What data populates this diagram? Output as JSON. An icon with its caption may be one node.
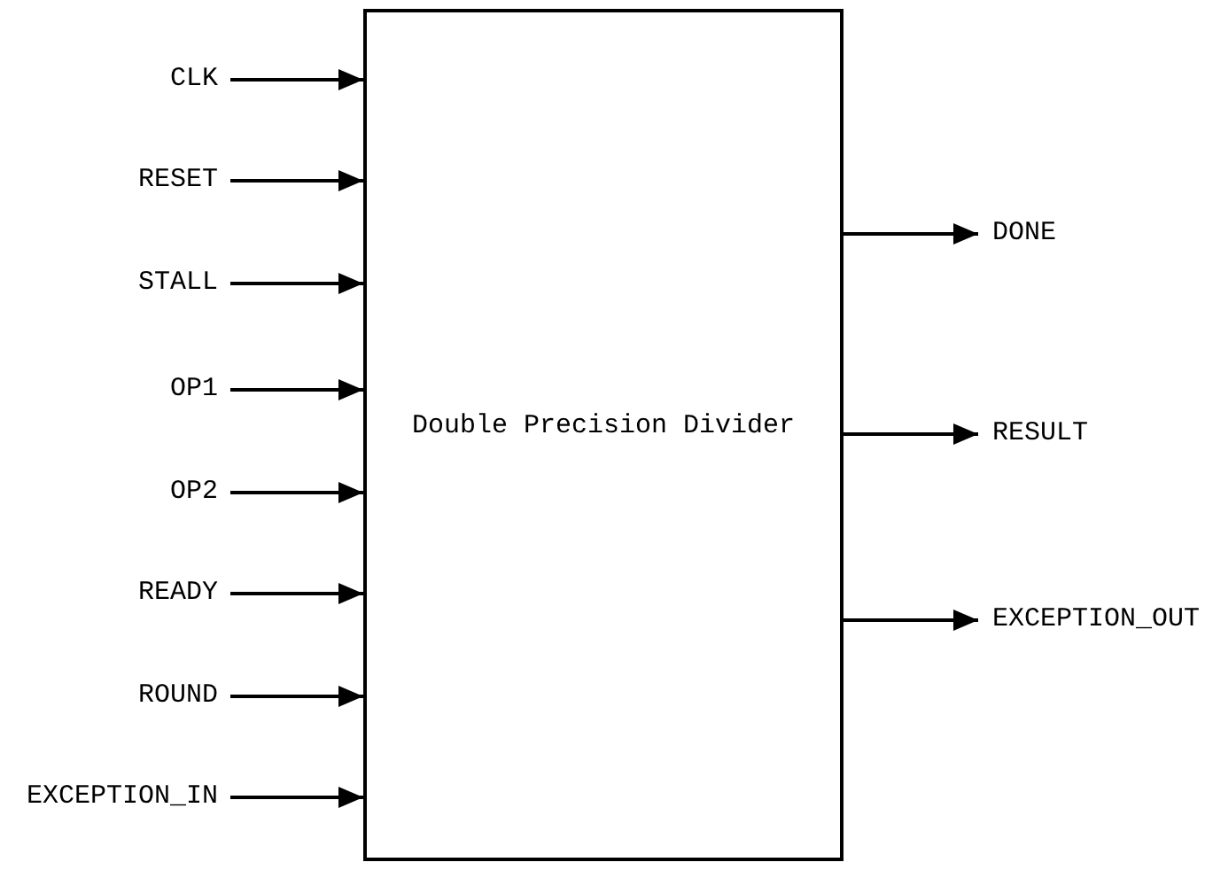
{
  "diagram": {
    "nodes": [
      {
        "text": [
          "Double Precision Divider"
        ]
      },
      {
        "text": [
          "CLK"
        ]
      },
      {
        "text": [
          "RESET"
        ]
      },
      {
        "text": [
          "STALL"
        ]
      },
      {
        "text": [
          "OP1"
        ]
      },
      {
        "text": [
          "OP2"
        ]
      },
      {
        "text": [
          "READY"
        ]
      },
      {
        "text": [
          "ROUND"
        ]
      },
      {
        "text": [
          "EXCEPTION_IN"
        ]
      },
      {
        "text": [
          "DONE"
        ]
      },
      {
        "text": [
          "RESULT"
        ]
      },
      {
        "text": [
          "EXCEPTION_OUT"
        ]
      }
    ],
    "edges": [
      {
        "from": 1,
        "to": 0,
        "arrow": "to"
      },
      {
        "from": 2,
        "to": 0,
        "arrow": "to"
      },
      {
        "from": 3,
        "to": 0,
        "arrow": "to"
      },
      {
        "from": 4,
        "to": 0,
        "arrow": "to"
      },
      {
        "from": 5,
        "to": 0,
        "arrow": "to"
      },
      {
        "from": 6,
        "to": 0,
        "arrow": "to"
      },
      {
        "from": 7,
        "to": 0,
        "arrow": "to"
      },
      {
        "from": 8,
        "to": 0,
        "arrow": "to"
      },
      {
        "from": 0,
        "to": 9,
        "arrow": "to"
      },
      {
        "from": 0,
        "to": 10,
        "arrow": "to"
      },
      {
        "from": 0,
        "to": 11,
        "arrow": "to"
      }
    ]
  }
}
